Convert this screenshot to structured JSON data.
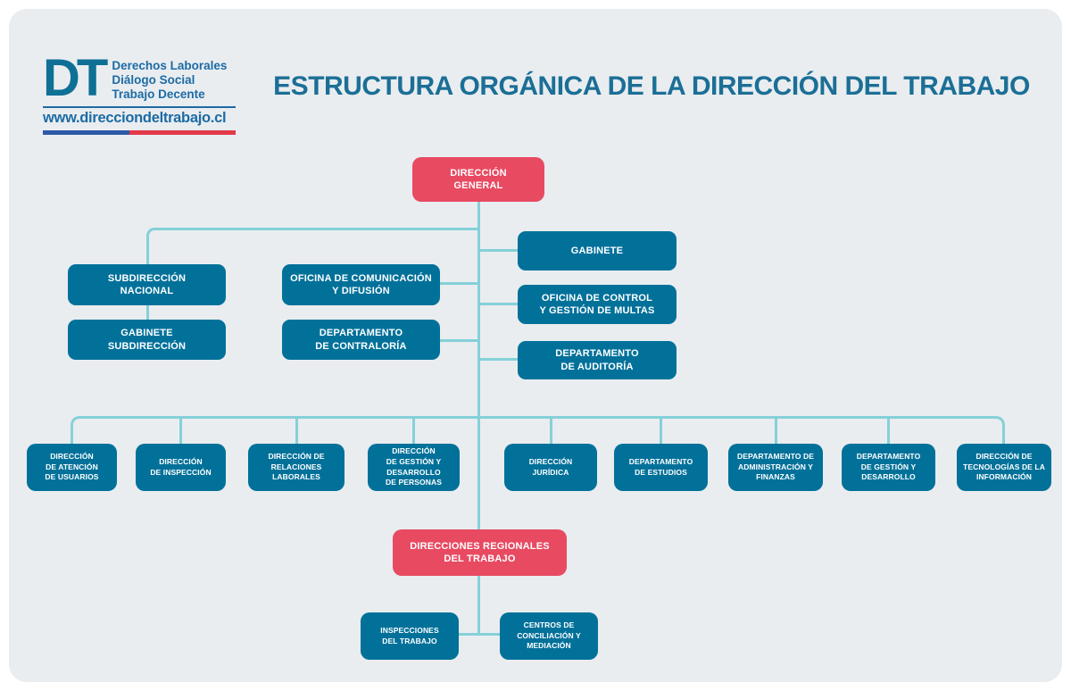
{
  "header": {
    "title": "ESTRUCTURA ORGÁNICA DE LA DIRECCIÓN DEL TRABAJO"
  },
  "logo": {
    "acronym": "DT",
    "tagline_lines": [
      "Derechos Laborales",
      "Diálogo Social",
      "Trabajo Decente"
    ],
    "url": "www.direcciondeltrabajo.cl"
  },
  "colors": {
    "panel_background": "#e9edf0",
    "box_teal": "#02719a",
    "box_red": "#e84a62",
    "connector": "#85d0d9",
    "title_text": "#1b6f96",
    "logo_teal": "#0e7095",
    "logo_blue": "#1d6ba4",
    "flag_blue": "#2d59a8",
    "flag_red": "#e23a49"
  },
  "chart": {
    "type": "org-chart",
    "nodes": [
      {
        "id": "direccion-general",
        "label": "DIRECCIÓN\nGENERAL",
        "style": "red"
      },
      {
        "id": "gabinete",
        "label": "GABINETE",
        "style": "teal"
      },
      {
        "id": "oficina-control-multas",
        "label": "OFICINA DE CONTROL\nY GESTIÓN DE MULTAS",
        "style": "teal"
      },
      {
        "id": "departamento-auditoria",
        "label": "DEPARTAMENTO\nDE AUDITORÍA",
        "style": "teal"
      },
      {
        "id": "subdireccion-nacional",
        "label": "SUBDIRECCIÓN\nNACIONAL",
        "style": "teal"
      },
      {
        "id": "gabinete-subdireccion",
        "label": "GABINETE\nSUBDIRECCIÓN",
        "style": "teal"
      },
      {
        "id": "oficina-comunicacion-difusion",
        "label": "OFICINA DE COMUNICACIÓN\nY DIFUSIÓN",
        "style": "teal"
      },
      {
        "id": "departamento-contraloria",
        "label": "DEPARTAMENTO\nDE CONTRALORÍA",
        "style": "teal"
      },
      {
        "id": "direccion-atencion-usuarios",
        "label": "DIRECCIÓN\nDE ATENCIÓN\nDE USUARIOS",
        "style": "teal-small"
      },
      {
        "id": "direccion-inspeccion",
        "label": "DIRECCIÓN\nDE INSPECCIÓN",
        "style": "teal-small"
      },
      {
        "id": "direccion-relaciones-laborales",
        "label": "DIRECCIÓN DE\nRELACIONES\nLABORALES",
        "style": "teal-small"
      },
      {
        "id": "direccion-gestion-desarrollo-personas",
        "label": "DIRECCIÓN\nDE GESTIÓN Y\nDESARROLLO\nDE PERSONAS",
        "style": "teal-small"
      },
      {
        "id": "direccion-juridica",
        "label": "DIRECCIÓN\nJURÍDICA",
        "style": "teal-small"
      },
      {
        "id": "departamento-estudios",
        "label": "DEPARTAMENTO\nDE ESTUDIOS",
        "style": "teal-small"
      },
      {
        "id": "departamento-administracion-finanzas",
        "label": "DEPARTAMENTO DE\nADMINISTRACIÓN Y\nFINANZAS",
        "style": "teal-small"
      },
      {
        "id": "departamento-gestion-desarrollo",
        "label": "DEPARTAMENTO\nDE GESTIÓN Y\nDESARROLLO",
        "style": "teal-small"
      },
      {
        "id": "direccion-tecnologias-informacion",
        "label": "DIRECCIÓN DE\nTECNOLOGÍAS DE LA\nINFORMACIÓN",
        "style": "teal-small"
      },
      {
        "id": "direcciones-regionales",
        "label": "DIRECCIONES REGIONALES\nDEL TRABAJO",
        "style": "red"
      },
      {
        "id": "inspecciones-trabajo",
        "label": "INSPECCIONES\nDEL TRABAJO",
        "style": "teal-small"
      },
      {
        "id": "centros-conciliacion-mediacion",
        "label": "CENTROS DE\nCONCILIACIÓN Y\nMEDIACIÓN",
        "style": "teal-small"
      }
    ]
  }
}
